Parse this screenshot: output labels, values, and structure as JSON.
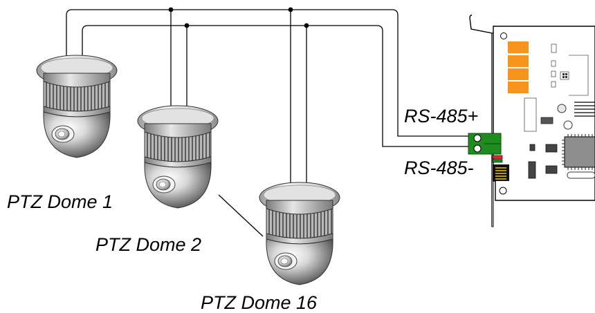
{
  "domes": [
    {
      "label": "PTZ Dome 1"
    },
    {
      "label": "PTZ Dome 2"
    },
    {
      "label": "PTZ Dome 16"
    }
  ],
  "card": {
    "rs485_plus_label": "RS-485+",
    "rs485_minus_label": "RS-485-"
  },
  "colors": {
    "terminal_block": "#1e8c1e",
    "led_orange": "#f7941d",
    "led_red": "#e8262c",
    "header_yellow": "#f0c419",
    "pcb_outline": "#000000",
    "wire": "#000000"
  }
}
